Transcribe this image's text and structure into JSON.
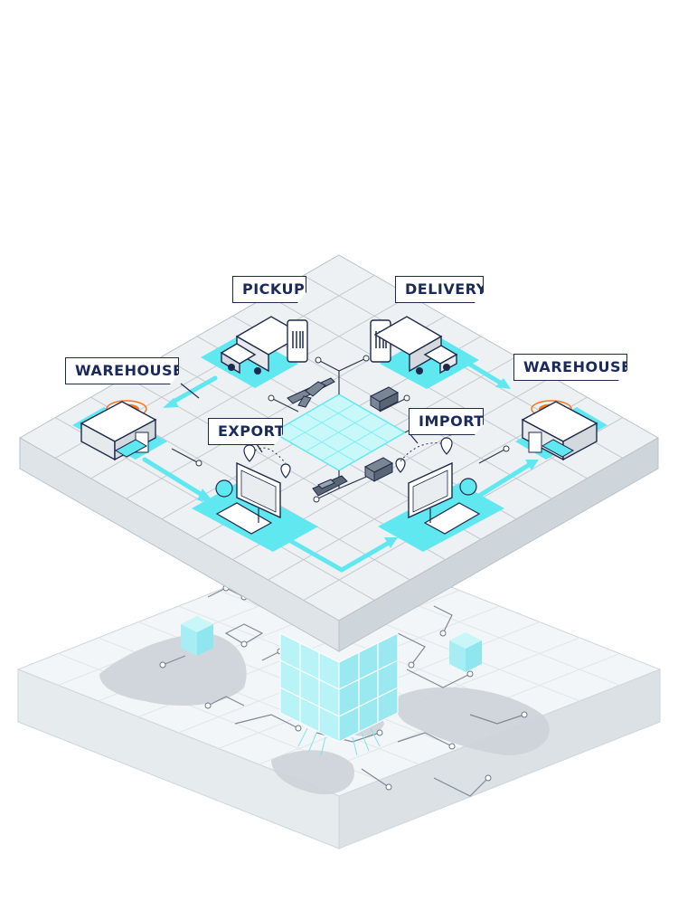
{
  "labels": {
    "pickup": "PICKUP",
    "delivery": "DELIVERY",
    "warehouse_left": "WAREHOUSE",
    "warehouse_right": "WAREHOUSE",
    "export": "EXPORT",
    "import": "IMPORT"
  },
  "colors": {
    "accent": "#5fe8f0",
    "accent_dark": "#2ec7d6",
    "platform_top": "#eef1f4",
    "platform_side": "#d5dade",
    "grid_line": "#c2c9cf",
    "ink": "#1e2a4a",
    "label_text": "#1a2a5a",
    "warehouse_signal": "#f07820"
  },
  "icons": [
    "warehouse-icon",
    "truck-icon",
    "phone-icon",
    "airplane-icon",
    "ship-icon",
    "computer-icon",
    "globe-icon",
    "map-pin-icon",
    "keyboard-icon",
    "grid-hub-icon",
    "world-map-icon"
  ]
}
